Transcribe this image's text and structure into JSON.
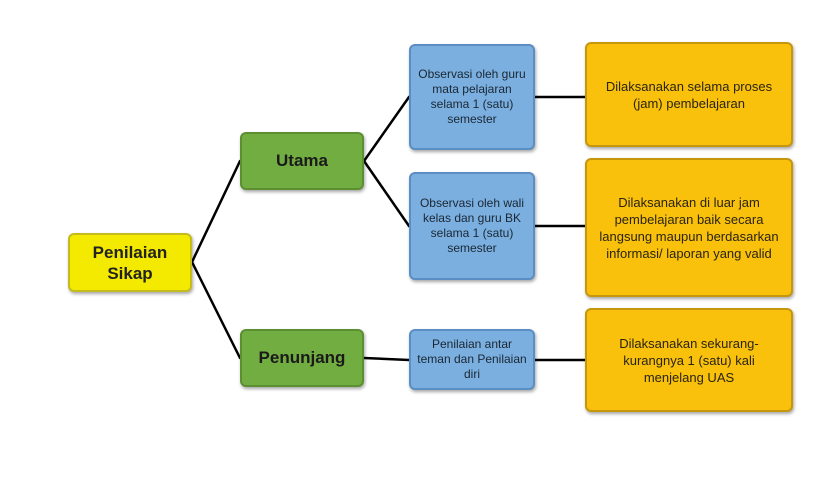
{
  "diagram": {
    "root": {
      "label": "Penilaian Sikap",
      "color": "#f3ea00"
    },
    "categories": [
      {
        "label": "Utama",
        "color": "#72ad41",
        "children": [
          {
            "observation": "Observasi oleh guru mata pelajaran selama 1 (satu) semester",
            "result": "Dilaksanakan selama proses (jam) pembelajaran"
          },
          {
            "observation": "Observasi oleh wali kelas dan guru BK selama 1 (satu) semester",
            "result": "Dilaksanakan di luar jam pembelajaran baik secara langsung maupun berdasarkan informasi/ laporan yang valid"
          }
        ]
      },
      {
        "label": "Penunjang",
        "color": "#72ad41",
        "children": [
          {
            "observation": "Penilaian antar teman dan Penilaian diri",
            "result": "Dilaksanakan sekurang-kurangnya 1 (satu) kali menjelang UAS"
          }
        ]
      }
    ],
    "colors": {
      "observation_box": "#7aafe0",
      "result_box": "#f9c00c",
      "connector": "#000000"
    }
  }
}
